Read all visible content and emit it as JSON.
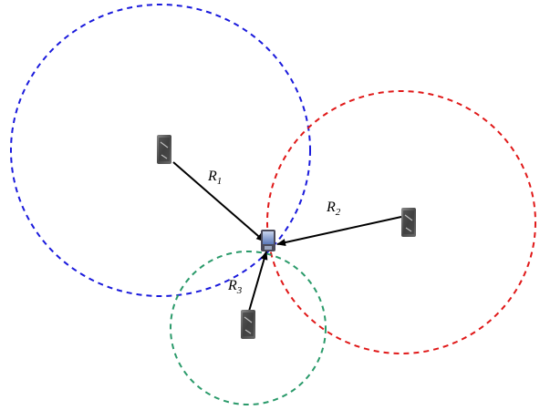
{
  "diagram": {
    "colors": {
      "circle_1": "#1a1adc",
      "circle_2": "#e01818",
      "circle_3": "#2a9a6a",
      "arrows": "#000000",
      "anchor_device": "#5a5a5a",
      "target_device": "#6a86c8"
    },
    "labels": {
      "r1": {
        "main": "R",
        "sub": "1"
      },
      "r2": {
        "main": "R",
        "sub": "2"
      },
      "r3": {
        "main": "R",
        "sub": "3"
      }
    },
    "icons": {
      "anchor": "speaker-device-icon",
      "target": "mobile-device-icon"
    }
  }
}
